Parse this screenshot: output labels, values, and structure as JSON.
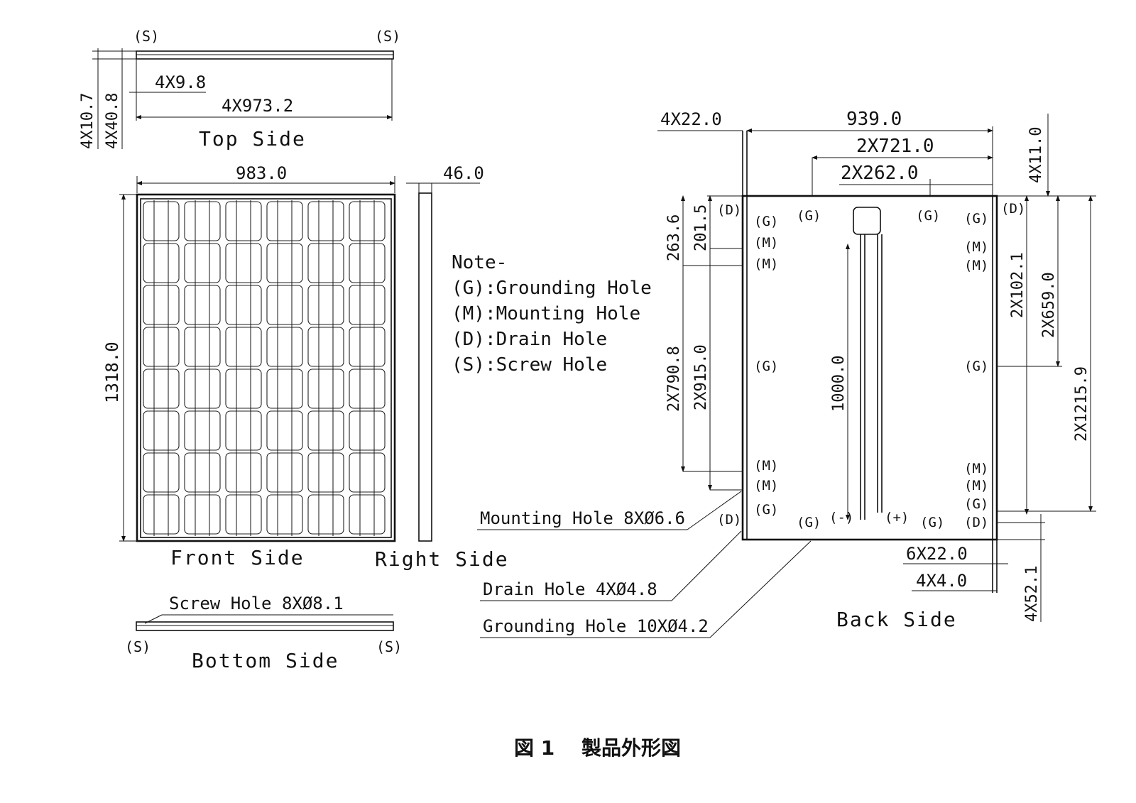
{
  "top_side": {
    "title": "Top Side",
    "s_left": "(S)",
    "s_right": "(S)",
    "dim_side_a": "4X10.7",
    "dim_side_b": "4X40.8",
    "dim_inner": "4X9.8",
    "dim_length": "4X973.2"
  },
  "front_side": {
    "title": "Front Side",
    "dim_width": "983.0",
    "dim_height": "1318.0"
  },
  "right_side": {
    "title": "Right Side",
    "dim_depth": "46.0"
  },
  "note": {
    "heading": "Note-",
    "items": [
      "(G):Grounding Hole",
      "(M):Mounting Hole",
      "(D):Drain Hole",
      "(S):Screw Hole"
    ]
  },
  "bottom_side": {
    "title": "Bottom Side",
    "screw_label": "Screw Hole 8XØ8.1",
    "s_left": "(S)",
    "s_right": "(S)"
  },
  "back_side": {
    "title": "Back Side",
    "dim_4x22": "4X22.0",
    "dim_939": "939.0",
    "dim_2x721": "2X721.0",
    "dim_2x262": "2X262.0",
    "dim_4x11": "4X11.0",
    "dim_263_6": "263.6",
    "dim_201_5": "201.5",
    "dim_2x790_8": "2X790.8",
    "dim_2x915": "2X915.0",
    "dim_1000": "1000.0",
    "dim_2x102_1": "2X102.1",
    "dim_2x659": "2X659.0",
    "dim_2x1215_9": "2X1215.9",
    "dim_6x22": "6X22.0",
    "dim_4x4": "4X4.0",
    "dim_4x52_1": "4X52.1",
    "lbl_g": "(G)",
    "lbl_m": "(M)",
    "lbl_d": "(D)",
    "lbl_minus": "(-)",
    "lbl_plus": "(+)",
    "callout_mounting": "Mounting Hole 8XØ6.6",
    "callout_drain": "Drain Hole  4XØ4.8",
    "callout_grounding": "Grounding Hole 10XØ4.2"
  },
  "figure_caption": "図 1　 製品外形図"
}
